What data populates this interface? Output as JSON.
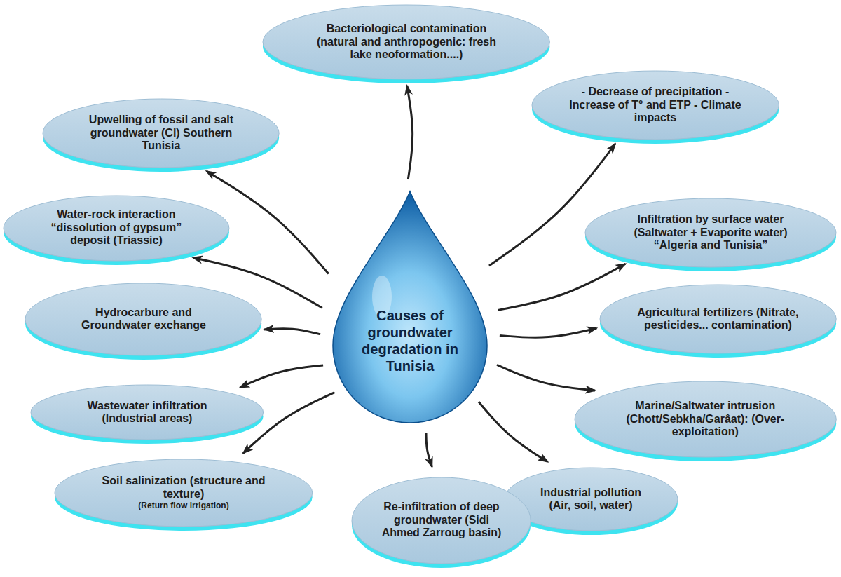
{
  "diagram": {
    "nodes": [
      {
        "text": [
          "Causes of groundwater degradation in Tunisia"
        ]
      },
      {
        "text": [
          "Bacteriological contamination (natural and anthropogenic: fresh lake neoformation....)"
        ]
      },
      {
        "text": [
          "- Decrease of precipitation - Increase of T° and ETP - Climate impacts"
        ]
      },
      {
        "text": [
          "Infiltration by surface water (Saltwater + Evaporite water) “Algeria and Tunisia”"
        ]
      },
      {
        "text": [
          "Agricultural fertilizers (Nitrate, pesticides... contamination)"
        ]
      },
      {
        "text": [
          "Marine/Saltwater intrusion (Chott/Sebkha/Garâat): (Over-exploitation)"
        ]
      },
      {
        "text": [
          "Industrial pollution (Air, soil, water)"
        ]
      },
      {
        "text": [
          "Re-infiltration of deep groundwater (Sidi Ahmed Zarroug basin)"
        ]
      },
      {
        "text": [
          "Soil salinization (structure and texture)",
          "(Return flow irrigation)"
        ]
      },
      {
        "text": [
          "Wastewater infiltration (Industrial areas)"
        ]
      },
      {
        "text": [
          "Hydrocarbure and Groundwater exchange"
        ]
      },
      {
        "text": [
          "Water-rock interaction “dissolution of gypsum” deposit (Triassic)"
        ]
      },
      {
        "text": [
          "Upwelling of fossil and salt groundwater (Cl) Southern Tunisia"
        ]
      }
    ],
    "edges": [
      {
        "from": 0,
        "to": 1,
        "arrow": "to"
      },
      {
        "from": 0,
        "to": 2,
        "arrow": "to"
      },
      {
        "from": 0,
        "to": 3,
        "arrow": "to"
      },
      {
        "from": 0,
        "to": 4,
        "arrow": "to"
      },
      {
        "from": 0,
        "to": 5,
        "arrow": "to"
      },
      {
        "from": 0,
        "to": 6,
        "arrow": "to"
      },
      {
        "from": 0,
        "to": 7,
        "arrow": "to"
      },
      {
        "from": 0,
        "to": 8,
        "arrow": "to"
      },
      {
        "from": 0,
        "to": 9,
        "arrow": "to"
      },
      {
        "from": 0,
        "to": 10,
        "arrow": "to"
      },
      {
        "from": 0,
        "to": 11,
        "arrow": "to"
      },
      {
        "from": 0,
        "to": 12,
        "arrow": "to"
      }
    ]
  }
}
